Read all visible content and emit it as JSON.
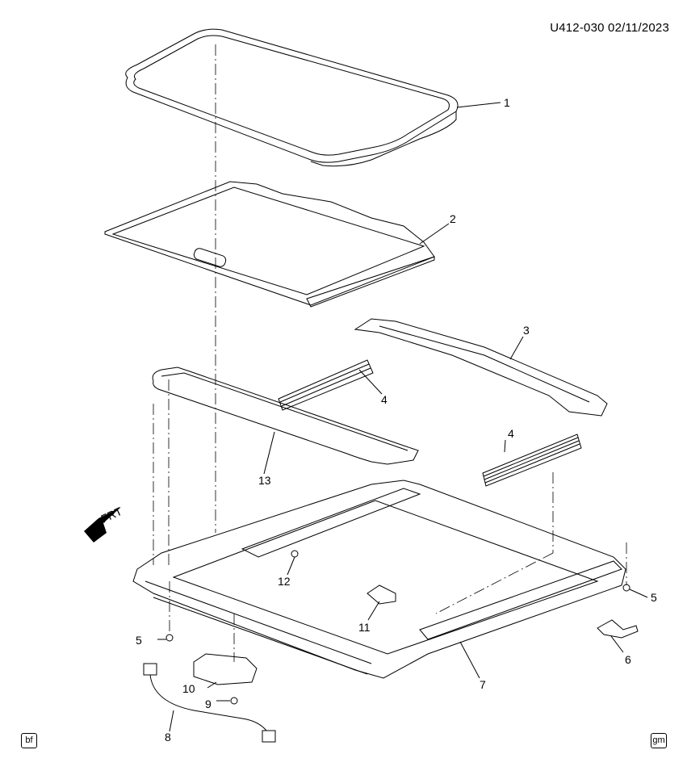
{
  "header": {
    "code": "U412-030  02/11/2023"
  },
  "labels": {
    "l1": "1",
    "l2": "2",
    "l3": "3",
    "l4a": "4",
    "l4b": "4",
    "l5a": "5",
    "l5b": "5",
    "l6": "6",
    "l7": "7",
    "l8": "8",
    "l9": "9",
    "l10": "10",
    "l11": "11",
    "l12": "12",
    "l13": "13"
  },
  "frt": "FRT",
  "badges": {
    "left": "bf",
    "right": "gm"
  }
}
